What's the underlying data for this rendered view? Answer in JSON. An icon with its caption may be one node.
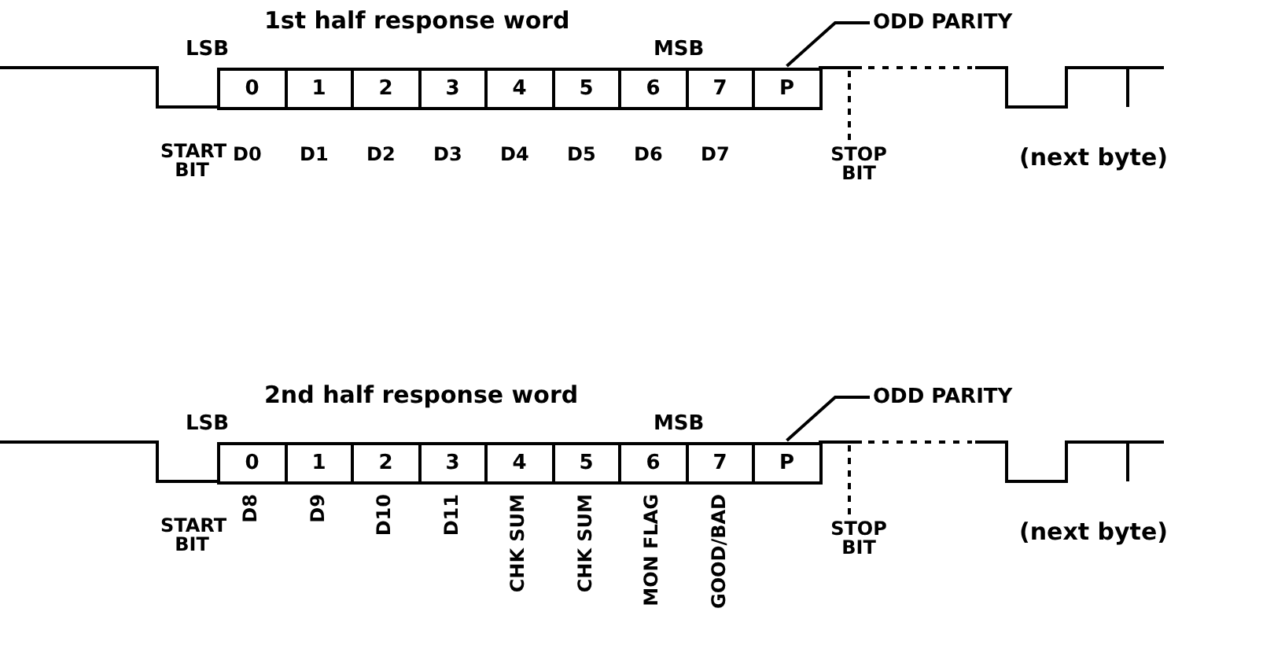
{
  "diagram": {
    "nodes": [
      {
        "text": [
          "ODD PARITY"
        ]
      },
      {
        "text": [
          "0"
        ]
      },
      {
        "text": [
          "1"
        ]
      },
      {
        "text": [
          "2"
        ]
      },
      {
        "text": [
          "3"
        ]
      },
      {
        "text": [
          "4"
        ]
      },
      {
        "text": [
          "5"
        ]
      },
      {
        "text": [
          "6"
        ]
      },
      {
        "text": [
          "7"
        ]
      },
      {
        "text": [
          "P"
        ]
      },
      {
        "text": [
          "ODD PARITY"
        ]
      },
      {
        "text": [
          "0"
        ]
      },
      {
        "text": [
          "1"
        ]
      },
      {
        "text": [
          "2"
        ]
      },
      {
        "text": [
          "3"
        ]
      },
      {
        "text": [
          "4"
        ]
      },
      {
        "text": [
          "5"
        ]
      },
      {
        "text": [
          "6"
        ]
      },
      {
        "text": [
          "7"
        ]
      },
      {
        "text": [
          "P"
        ]
      }
    ],
    "edges": [
      {
        "from": 0,
        "to": 9,
        "arrow": "none"
      },
      {
        "from": 10,
        "to": 19,
        "arrow": "none"
      }
    ],
    "labels": [
      "1st half response word",
      "LSB",
      "MSB",
      "START BIT",
      "D0",
      "D1",
      "D2",
      "D3",
      "D4",
      "D5",
      "D6",
      "D7",
      "STOP BIT",
      "(next byte)",
      "2nd half response word",
      "LSB",
      "MSB",
      "START BIT",
      "D8",
      "D9",
      "D10",
      "D11",
      "CHK SUM",
      "CHK SUM",
      "MON FLAG",
      "GOOD/BAD",
      "STOP BIT",
      "(next byte)"
    ]
  }
}
